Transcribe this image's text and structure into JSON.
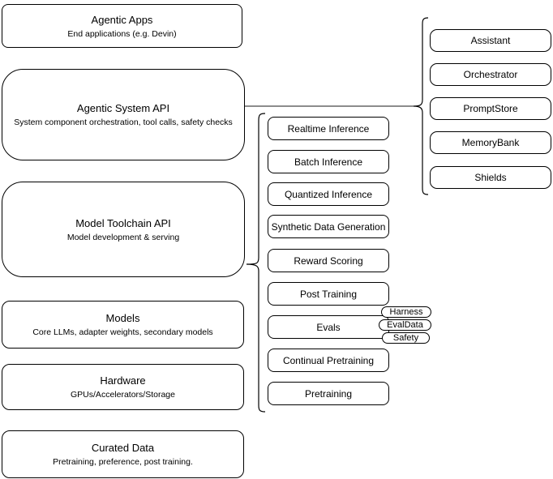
{
  "colors": {
    "border": "#000000",
    "background": "#ffffff",
    "text": "#000000",
    "connector": "#666666"
  },
  "stack": [
    {
      "title": "Agentic Apps",
      "subtitle": "End applications (e.g. Devin)"
    },
    {
      "title": "Agentic System API",
      "subtitle": "System component orchestration, tool calls, safety checks"
    },
    {
      "title": "Model Toolchain API",
      "subtitle": "Model development & serving"
    },
    {
      "title": "Models",
      "subtitle": "Core LLMs, adapter weights, secondary models"
    },
    {
      "title": "Hardware",
      "subtitle": "GPUs/Accelerators/Storage"
    },
    {
      "title": "Curated Data",
      "subtitle": "Pretraining, preference, post training."
    }
  ],
  "toolchain_items": [
    "Realtime Inference",
    "Batch Inference",
    "Quantized Inference",
    "Synthetic Data Generation",
    "Reward Scoring",
    "Post Training",
    "Evals",
    "Continual Pretraining",
    "Pretraining"
  ],
  "evals_tags": [
    "Harness",
    "EvalData",
    "Safety"
  ],
  "system_components": [
    "Assistant",
    "Orchestrator",
    "PromptStore",
    "MemoryBank",
    "Shields"
  ]
}
